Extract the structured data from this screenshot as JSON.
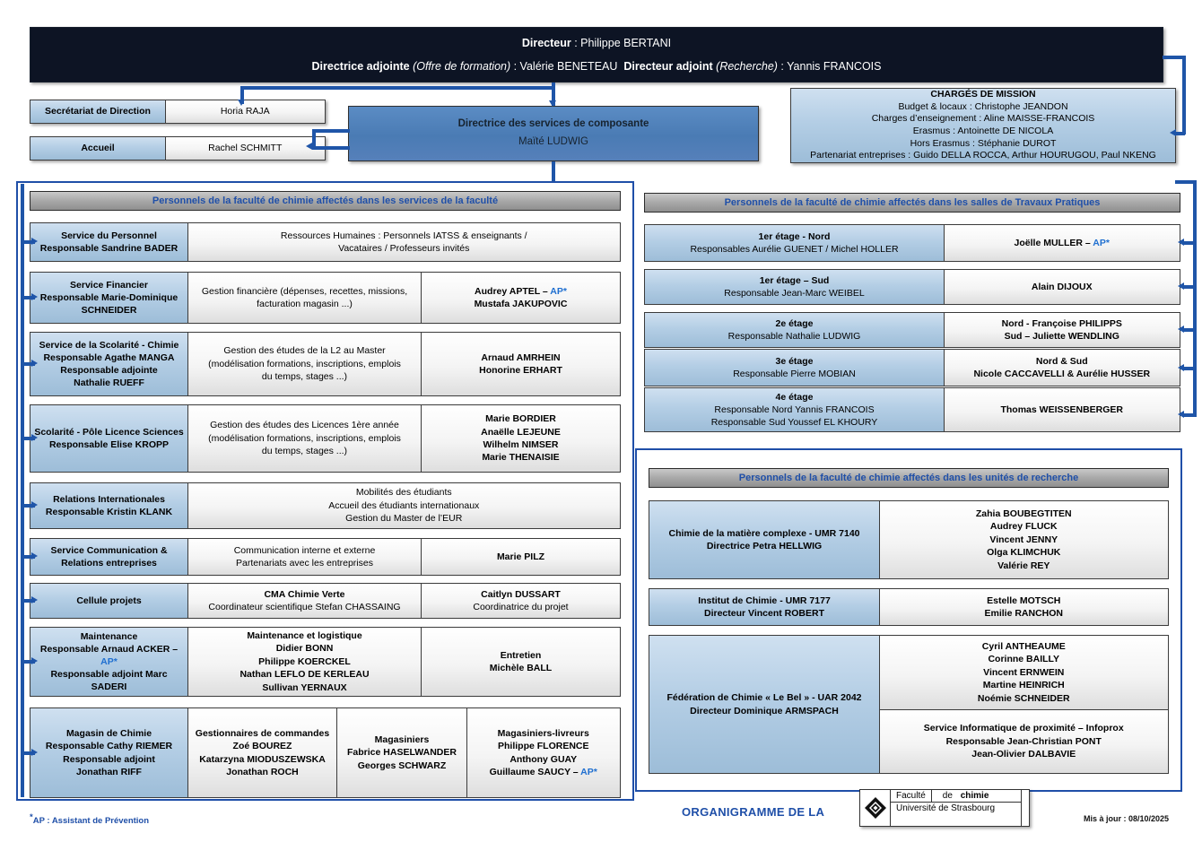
{
  "top": {
    "director_label": "Directeur",
    "director_name": " : Philippe BERTANI",
    "deputy_f_label": "Directrice adjointe",
    "deputy_f_paren": " (Offre de formation)",
    "deputy_f_name": " : Valérie BENETEAU",
    "deputy_m_label": "Directeur adjoint",
    "deputy_m_paren": " (Recherche)",
    "deputy_m_name": " : Yannis FRANCOIS"
  },
  "secretariat": {
    "label": "Secrétariat de Direction",
    "name": "Horia RAJA"
  },
  "accueil": {
    "label": "Accueil",
    "name": "Rachel SCHMITT"
  },
  "services_dir": {
    "title": "Directrice des services de composante",
    "name": "Maïté LUDWIG"
  },
  "charges": {
    "title": "CHARGÉS DE MISSION",
    "lines": [
      "Budget & locaux  : Christophe JEANDON",
      "Charges d’enseignement  : Aline MAISSE-FRANCOIS",
      "Erasmus : Antoinette DE NICOLA",
      "Hors Erasmus : Stéphanie DUROT",
      "Partenariat entreprises  : Guido DELLA ROCCA, Arthur HOURUGOU, Paul NKENG"
    ]
  },
  "left_panel": {
    "header": "Personnels de la faculté de chimie affectés dans les services de la faculté",
    "rows": [
      {
        "label": [
          "Service du Personnel",
          "Responsable Sandrine BADER"
        ],
        "mid": [
          "Ressources Humaines :  Personnels IATSS & enseignants /",
          "Vacataires / Professeurs invités"
        ],
        "right": []
      },
      {
        "label": [
          "Service Financier",
          "Responsable Marie-Dominique",
          "SCHNEIDER"
        ],
        "mid": [
          "Gestion financière (dépenses, recettes, missions,",
          "facturation magasin ...)"
        ],
        "right": [
          "Audrey APTEL – AP*",
          "Mustafa JAKUPOVIC"
        ]
      },
      {
        "label": [
          "Service de la Scolarité - Chimie",
          "Responsable Agathe MANGA",
          "Responsable adjointe",
          "Nathalie RUEFF"
        ],
        "mid": [
          "Gestion des études de la L2 au Master",
          "(modélisation formations, inscriptions, emplois",
          "du temps, stages ...)"
        ],
        "right": [
          "Arnaud AMRHEIN",
          "Honorine ERHART"
        ]
      },
      {
        "label": [
          "Scolarité - Pôle Licence Sciences",
          "Responsable Elise KROPP"
        ],
        "mid": [
          "Gestion des études des Licences 1ère année",
          "(modélisation formations, inscriptions, emplois",
          "du temps, stages ...)"
        ],
        "right": [
          "Marie BORDIER",
          "Anaëlle LEJEUNE",
          "Wilhelm NIMSER",
          "Marie THENAISIE"
        ]
      },
      {
        "label": [
          "Relations Internationales",
          "Responsable Kristin KLANK"
        ],
        "mid": [
          "Mobilités des étudiants",
          "Accueil des étudiants internationaux",
          "Gestion du Master de l’EUR"
        ],
        "right": []
      },
      {
        "label": [
          "Service Communication &",
          "Relations entreprises"
        ],
        "mid": [
          "Communication interne et externe",
          "Partenariats avec les entreprises"
        ],
        "right": [
          "Marie PILZ"
        ]
      },
      {
        "label": [
          "Cellule projets"
        ],
        "mid": [
          "CMA Chimie Verte",
          "Coordinateur scientifique Stefan CHASSAING"
        ],
        "right": [
          "Caitlyn DUSSART",
          "Coordinatrice du projet"
        ]
      },
      {
        "label": [
          "Maintenance",
          "Responsable Arnaud ACKER – AP*",
          "Responsable adjoint Marc SADERI"
        ],
        "mid": [
          "Maintenance et logistique",
          "Didier BONN",
          "Philippe KOERCKEL",
          "Nathan LEFLO DE KERLEAU",
          "Sullivan YERNAUX"
        ],
        "right": [
          "Entretien",
          "Michèle BALL"
        ]
      }
    ],
    "magasin": {
      "label": [
        "Magasin de Chimie",
        "Responsable Cathy RIEMER",
        "Responsable adjoint",
        "Jonathan RIFF"
      ],
      "col2": [
        "Gestionnaires de commandes",
        "Zoé BOUREZ",
        "Katarzyna MIODUSZEWSKA",
        "Jonathan ROCH"
      ],
      "col3": [
        "Magasiniers",
        "Fabrice HASELWANDER",
        "Georges SCHWARZ"
      ],
      "col4": [
        "Magasiniers-livreurs",
        "Philippe FLORENCE",
        "Anthony GUAY",
        "Guillaume SAUCY – AP*"
      ]
    }
  },
  "tp_panel": {
    "header": "Personnels de la faculté de chimie affectés dans les salles de Travaux Pratiques",
    "rows": [
      {
        "label": [
          "1er étage - Nord",
          "Responsables Aurélie GUENET / Michel HOLLER"
        ],
        "right": [
          "Joëlle MULLER – AP*"
        ]
      },
      {
        "label": [
          "1er étage – Sud",
          "Responsable Jean-Marc WEIBEL"
        ],
        "right": [
          "Alain DIJOUX"
        ]
      },
      {
        "label": [
          "2e étage",
          "Responsable Nathalie LUDWIG"
        ],
        "right": [
          "Nord - Françoise PHILIPPS",
          "Sud – Juliette WENDLING"
        ]
      },
      {
        "label": [
          "3e étage",
          "Responsable Pierre MOBIAN"
        ],
        "right": [
          "Nord & Sud",
          "Nicole CACCAVELLI & Aurélie HUSSER"
        ]
      },
      {
        "label": [
          "4e étage",
          "Responsable Nord Yannis FRANCOIS",
          "Responsable Sud Youssef EL KHOURY"
        ],
        "right": [
          "Thomas WEISSENBERGER"
        ]
      }
    ]
  },
  "research_panel": {
    "header": "Personnels de la faculté de chimie affectés dans les unités de recherche",
    "rows": [
      {
        "label": [
          "Chimie de la matière complexe - UMR 7140",
          "Directrice Petra HELLWIG"
        ],
        "right": [
          "Zahia BOUBEGTITEN",
          "Audrey FLUCK",
          "Vincent JENNY",
          "Olga KLIMCHUK",
          "Valérie REY"
        ]
      },
      {
        "label": [
          "Institut de Chimie - UMR 7177",
          "Directeur Vincent ROBERT"
        ],
        "right": [
          "Estelle MOTSCH",
          "Emilie RANCHON"
        ]
      }
    ],
    "federation": {
      "label": [
        "Fédération de Chimie « Le Bel » - UAR 2042",
        "Directeur Dominique ARMSPACH"
      ],
      "right_top": [
        "Cyril ANTHEAUME",
        "Corinne BAILLY",
        "Vincent ERNWEIN",
        "Martine HEINRICH",
        "Noémie SCHNEIDER"
      ],
      "right_bottom": [
        "Service Informatique de proximité – Infoprox",
        "Responsable Jean-Christian PONT",
        "Jean-Olivier DALBAVIE"
      ]
    }
  },
  "footer": {
    "footnote_star": "*",
    "footnote": "AP : Assistant de Prévention",
    "orga_title": "ORGANIGRAMME DE LA",
    "updated": "Mis à jour : 08/10/2025",
    "logo": {
      "faculte": "Faculté",
      "de_chimie_pre": "de ",
      "de_chimie_bold": "chimie",
      "univ": "Université de Strasbourg"
    }
  },
  "colors": {
    "accent": "#1f4fa8",
    "connector": "#1f55a8",
    "dark": "#0d1424",
    "blue": "#4a7bb4",
    "lightblue": "#b4cee5"
  }
}
